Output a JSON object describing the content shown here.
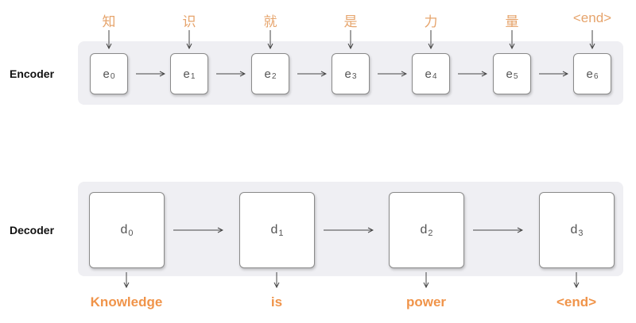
{
  "encoder": {
    "label": "Encoder",
    "nodes": [
      {
        "base": "e",
        "sub": "0"
      },
      {
        "base": "e",
        "sub": "1"
      },
      {
        "base": "e",
        "sub": "2"
      },
      {
        "base": "e",
        "sub": "3"
      },
      {
        "base": "e",
        "sub": "4"
      },
      {
        "base": "e",
        "sub": "5"
      },
      {
        "base": "e",
        "sub": "6"
      }
    ],
    "input_tokens": [
      "知",
      "识",
      "就",
      "是",
      "力",
      "量",
      "<end>"
    ]
  },
  "decoder": {
    "label": "Decoder",
    "nodes": [
      {
        "base": "d",
        "sub": "0"
      },
      {
        "base": "d",
        "sub": "1"
      },
      {
        "base": "d",
        "sub": "2"
      },
      {
        "base": "d",
        "sub": "3"
      }
    ],
    "output_tokens": [
      "Knowledge",
      "is",
      "power",
      "<end>"
    ]
  },
  "colors": {
    "input_token": "#e6a46c",
    "output_token": "#f0944a",
    "panel": "#efeff3",
    "arrow": "#444444"
  }
}
